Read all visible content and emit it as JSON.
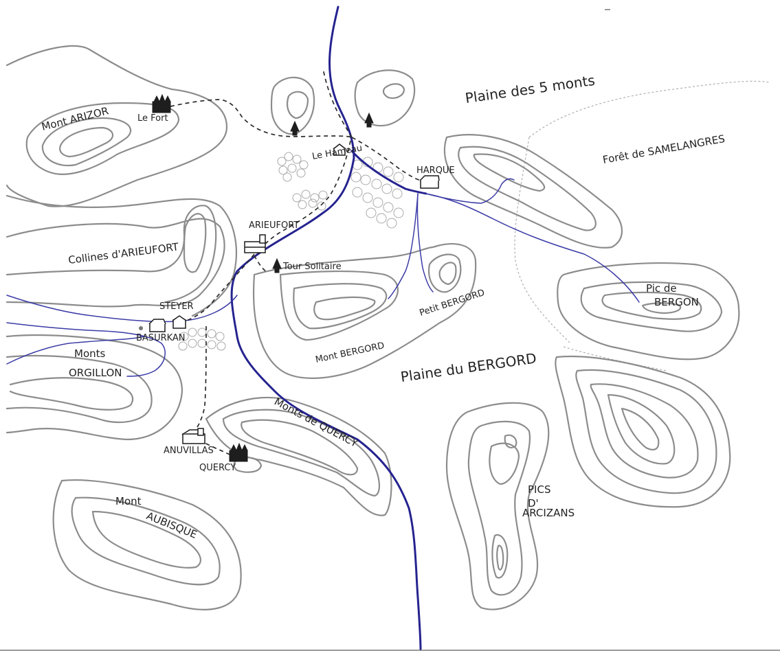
{
  "map": {
    "places": {
      "plaine_5_monts": "Plaine des 5 monts",
      "foret_samelangres": "Forêt de SAMELANGRES",
      "mont_arizor": "Mont ARIZOR",
      "le_fort": "Le Fort",
      "le_hameau": "Le Hameau",
      "harque": "HARQUE",
      "arieufort": "ARIEUFORT",
      "collines_arieufort": "Collines d'ARIEUFORT",
      "tour_solitaire": "Tour Solitaire",
      "steyer": "STEYER",
      "basurkan": "BASURKAN",
      "monts_orgillon_1": "Monts",
      "monts_orgillon_2": "ORGILLON",
      "petit_bergord": "Petit BERGORD",
      "mont_bergord": "Mont BERGORD",
      "plaine_bergord": "Plaine du BERGORD",
      "pic_bergon_1": "Pic de",
      "pic_bergon_2": "BERGON",
      "monts_quercy": "Monts de QUERCY",
      "anuvillas": "ANUVILLAS",
      "quercy": "QUERCY",
      "mont_aubisque_1": "Mont",
      "mont_aubisque_2": "AUBISQUE",
      "pics_arcizans_1": "PICS",
      "pics_arcizans_2": "D'",
      "pics_arcizans_3": "ARCIZANS"
    },
    "colors": {
      "river": "#25238f",
      "contour": "#8c8c8c",
      "road": "#2b2b2b",
      "background": "#ffffff"
    },
    "icons": [
      "fort-icon",
      "tower-icon",
      "house-icon",
      "church-icon",
      "tree-icon"
    ]
  }
}
